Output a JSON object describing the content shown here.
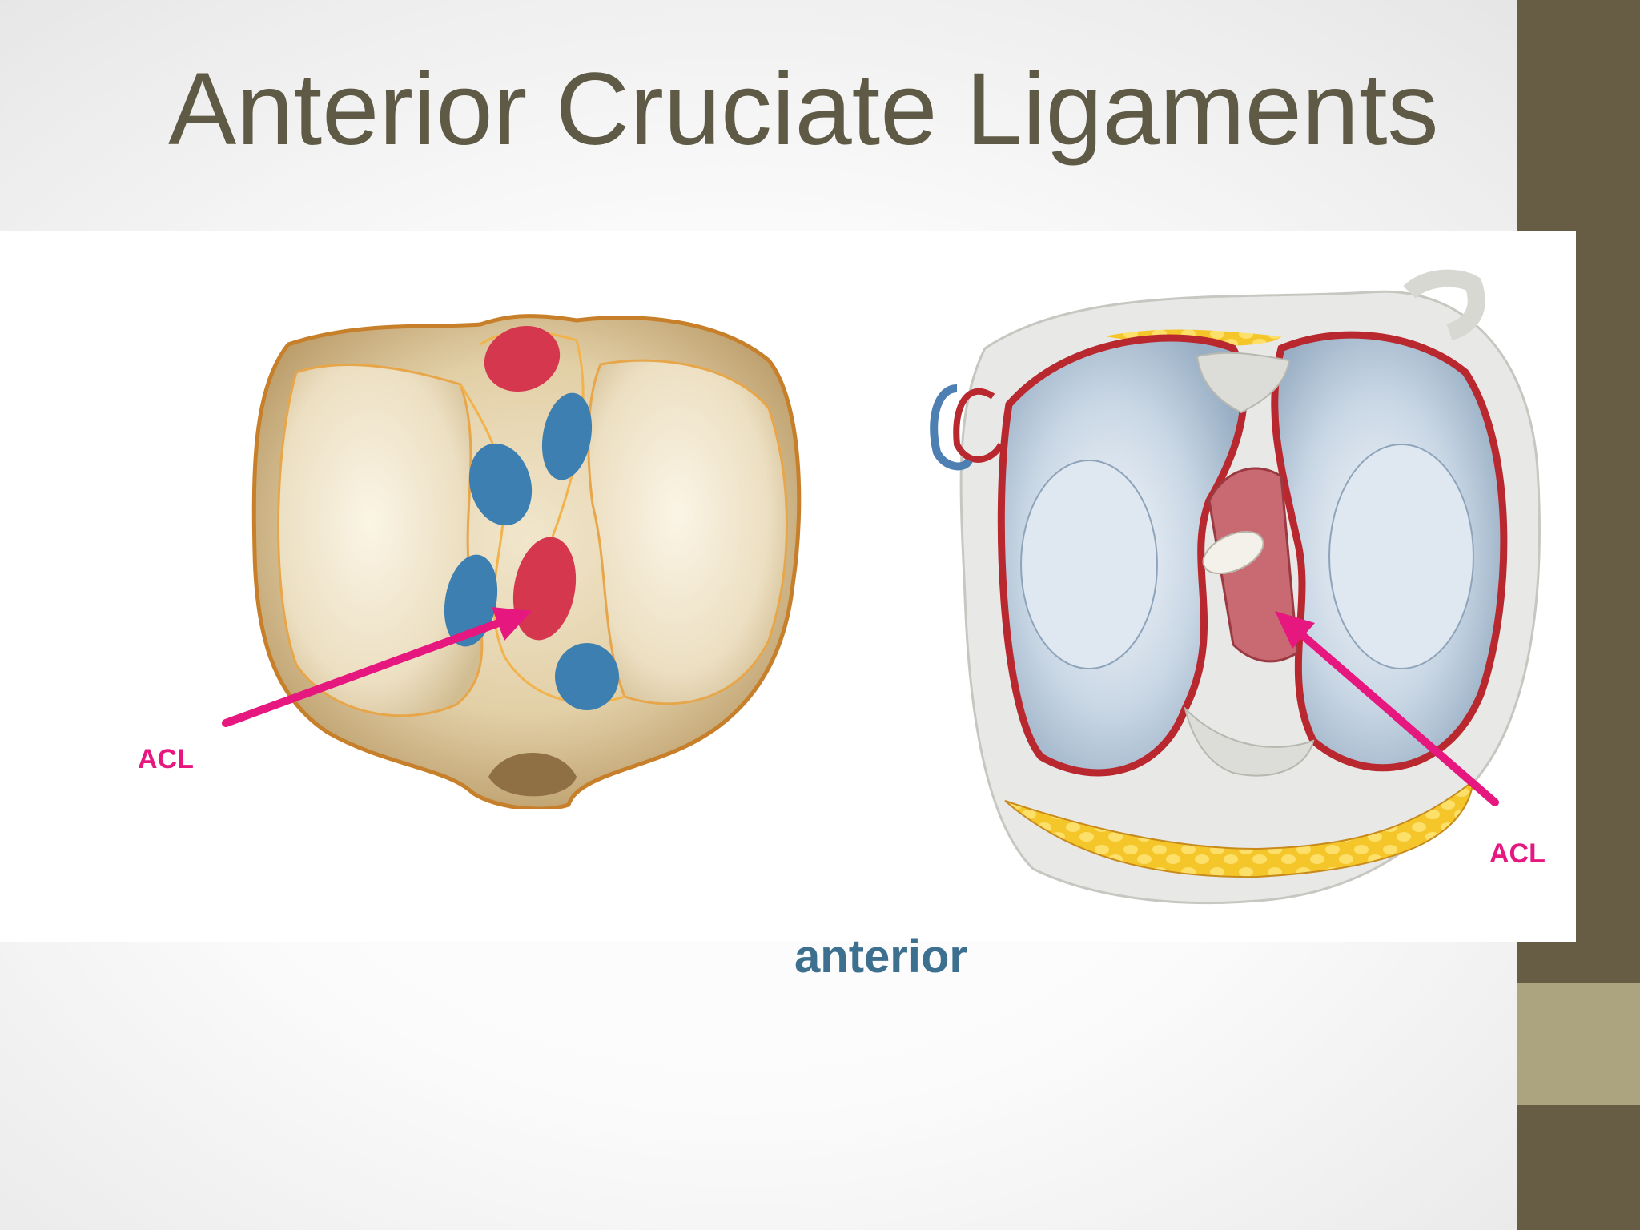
{
  "slide": {
    "title": "Anterior Cruciate Ligaments",
    "orientation_label": "anterior"
  },
  "callouts": {
    "left_label": "ACL",
    "right_label": "ACL"
  },
  "colors": {
    "title": "#5f5a45",
    "side_bar_dark": "#675d45",
    "side_bar_light": "#aca47f",
    "callout": "#e6177f",
    "orientation_label": "#3d6f8f"
  }
}
